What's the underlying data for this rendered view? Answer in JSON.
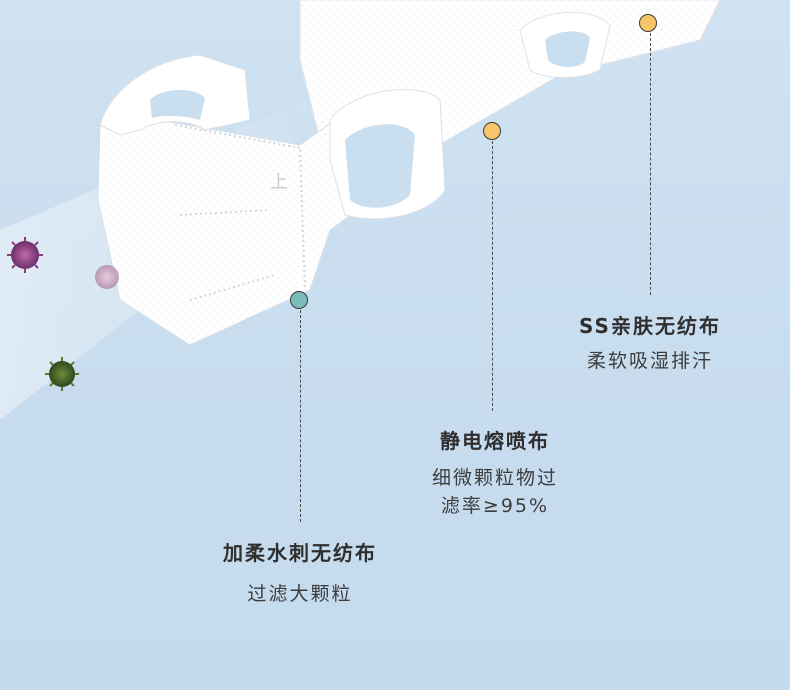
{
  "callouts": [
    {
      "title": "SS亲肤无纺布",
      "desc": [
        "柔软吸湿排汗"
      ],
      "dot_color": "#f9c56a"
    },
    {
      "title": "静电熔喷布",
      "desc": [
        "细微颗粒物过",
        "滤率≥95%"
      ],
      "dot_color": "#f9c56a"
    },
    {
      "title": "加柔水刺无纺布",
      "desc": [
        "过滤大颗粒"
      ],
      "dot_color": "#7bbcb9"
    }
  ],
  "mask_mark": "上",
  "colors": {
    "background": "#c9dff0",
    "mask": "#ffffff",
    "dot_orange": "#f9c56a",
    "dot_teal": "#7bbcb9"
  }
}
